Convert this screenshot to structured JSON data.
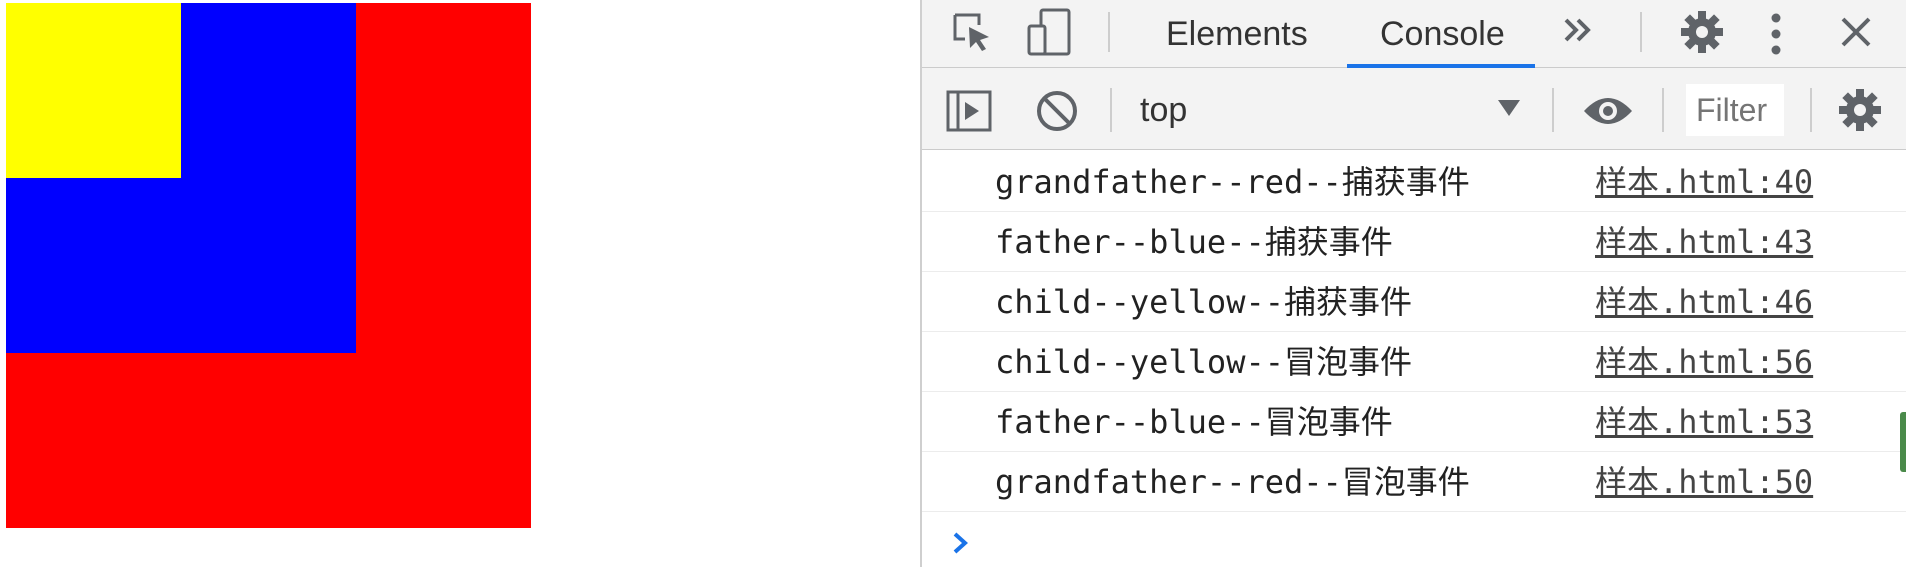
{
  "page": {
    "grandfather_color": "#ff0000",
    "father_color": "#0000ff",
    "child_color": "#ffff00"
  },
  "devtools": {
    "toolbar": {
      "inspect_icon": "inspect-element-icon",
      "device_icon": "device-toolbar-icon",
      "tabs": [
        {
          "label": "Elements",
          "active": false
        },
        {
          "label": "Console",
          "active": true
        }
      ],
      "more_tabs_icon": "chevron-double-right-icon",
      "settings_icon": "gear-icon",
      "menu_icon": "kebab-menu-icon",
      "close_icon": "close-icon",
      "accent": "#1a73e8"
    },
    "console_toolbar": {
      "sidebar_icon": "show-sidebar-icon",
      "clear_icon": "clear-console-icon",
      "context": "top",
      "live_expression_icon": "eye-icon",
      "filter_placeholder": "Filter",
      "settings_icon": "gear-icon"
    },
    "logs": [
      {
        "message": "grandfather--red--捕获事件",
        "source": "样本.html:40"
      },
      {
        "message": "father--blue--捕获事件",
        "source": "样本.html:43"
      },
      {
        "message": "child--yellow--捕获事件",
        "source": "样本.html:46"
      },
      {
        "message": "child--yellow--冒泡事件",
        "source": "样本.html:56"
      },
      {
        "message": "father--blue--冒泡事件",
        "source": "样本.html:53"
      },
      {
        "message": "grandfather--red--冒泡事件",
        "source": "样本.html:50"
      }
    ],
    "prompt_icon": "prompt-chevron-icon"
  }
}
